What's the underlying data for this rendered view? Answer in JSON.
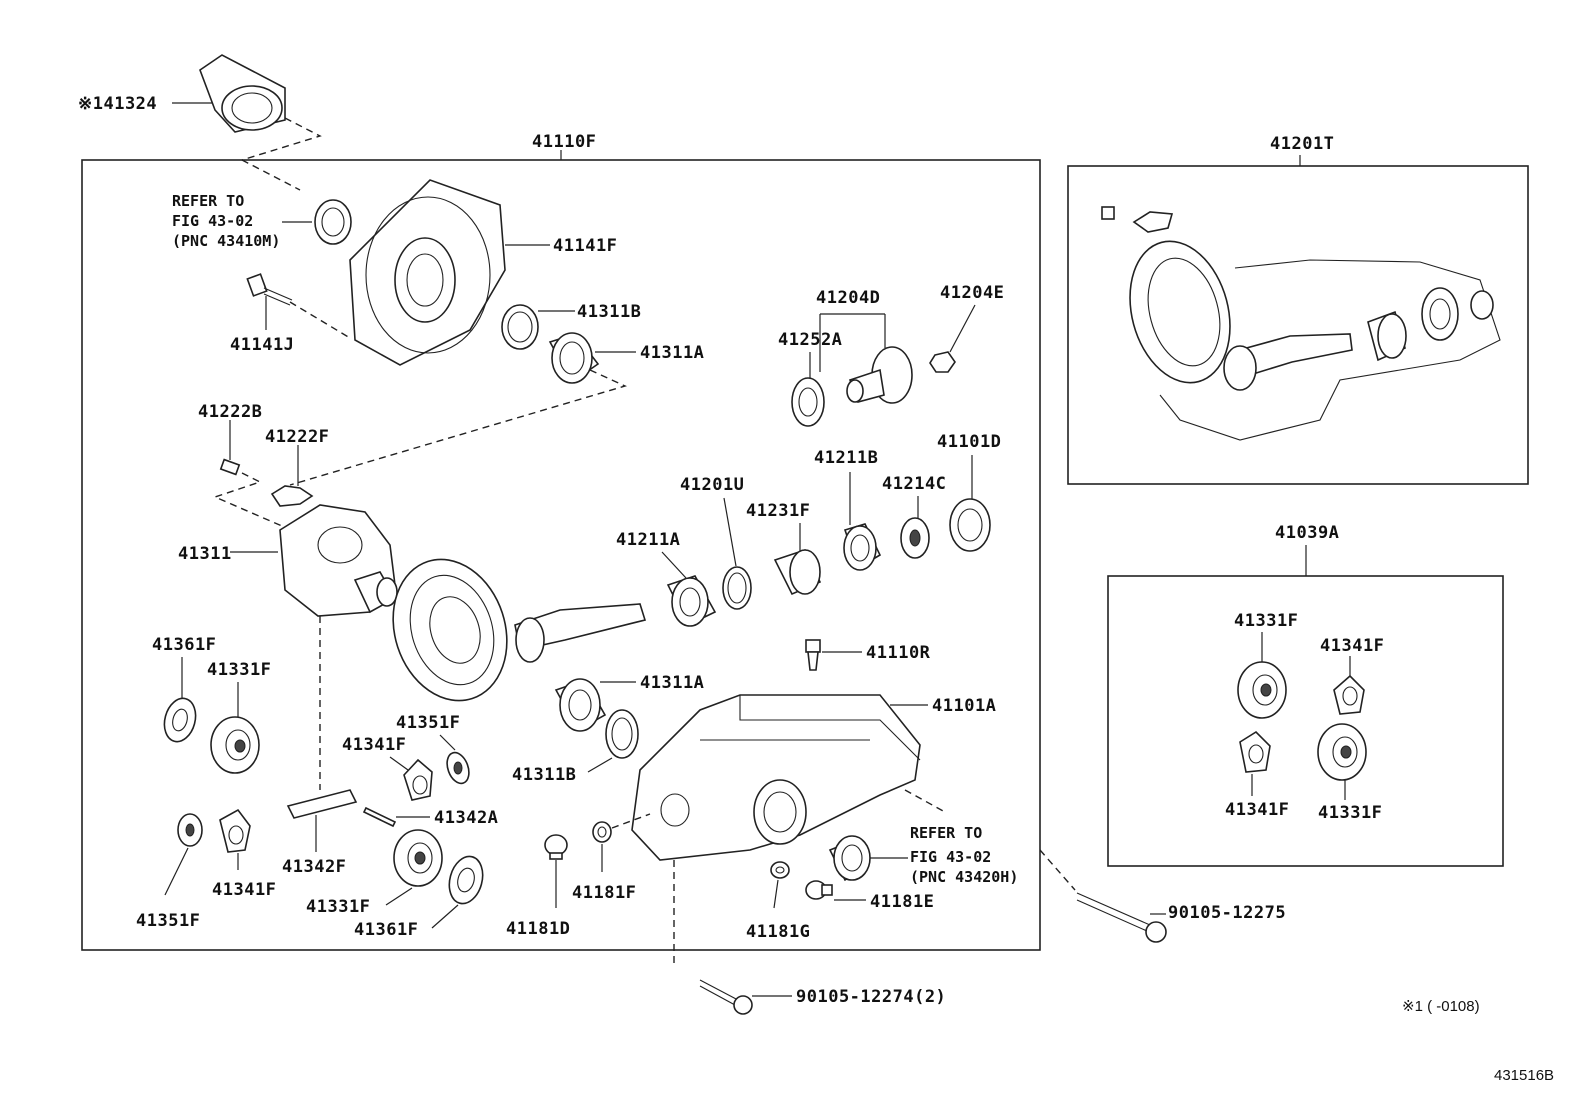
{
  "diagram_id": "431516B",
  "note": "※1 (      -0108)",
  "groups": {
    "main_case": "41110F",
    "gear_kit": "41201T",
    "pinion_kit": "41039A"
  },
  "refer_notes": {
    "top": {
      "line1": "REFER TO",
      "line2": "FIG 43-02",
      "line3": "(PNC 43410M)"
    },
    "bottom": {
      "line1": "REFER TO",
      "line2": "FIG 43-02",
      "line3": "(PNC 43420H)"
    }
  },
  "parts": {
    "p141324": "※141324",
    "p41141F": "41141F",
    "p41141J": "41141J",
    "p41311B_top": "41311B",
    "p41311A_top": "41311A",
    "p41222B": "41222B",
    "p41222F": "41222F",
    "p41311": "41311",
    "p41204D": "41204D",
    "p41252A": "41252A",
    "p41204E": "41204E",
    "p41211B": "41211B",
    "p41101D": "41101D",
    "p41201U": "41201U",
    "p41214C": "41214C",
    "p41231F": "41231F",
    "p41211A": "41211A",
    "p41361F_left": "41361F",
    "p41331F_left": "41331F",
    "p41110R": "41110R",
    "p41311A_mid": "41311A",
    "p41101A": "41101A",
    "p41351F_mid": "41351F",
    "p41341F_mid": "41341F",
    "p41311B_mid": "41311B",
    "p41342A": "41342A",
    "p41342F": "41342F",
    "p41341F_low": "41341F",
    "p41331F_low": "41331F",
    "p41351F_low": "41351F",
    "p41361F_low": "41361F",
    "p41181D": "41181D",
    "p41181F": "41181F",
    "p41181G": "41181G",
    "p41181E": "41181E",
    "p90105_12275": "90105-12275",
    "p90105_12274": "90105-12274(2)",
    "k41331F_a": "41331F",
    "k41341F_a": "41341F",
    "k41341F_b": "41341F",
    "k41331F_b": "41331F"
  }
}
